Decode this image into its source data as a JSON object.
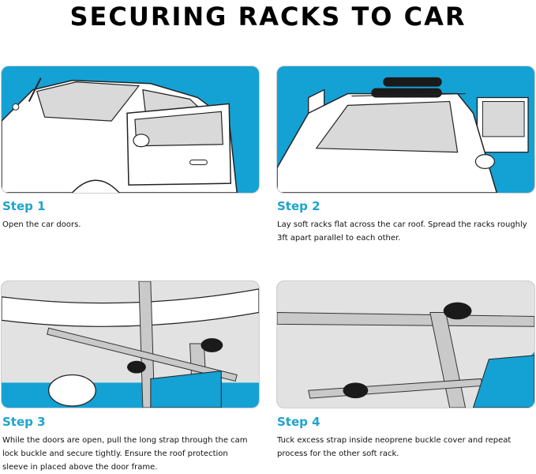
{
  "title": "SECURING RACKS TO CAR",
  "colors": {
    "accent": "#1ea3cf",
    "panel_bg": "#14a1d4",
    "car_fill": "#ffffff",
    "glass": "#d9d9d9",
    "strap": "#c9c9c9"
  },
  "steps": [
    {
      "heading": "Step 1",
      "text": "Open the car doors."
    },
    {
      "heading": "Step 2",
      "text": "Lay soft racks flat across the car roof. Spread the racks roughly 3ft apart parallel to each other."
    },
    {
      "heading": "Step 3",
      "text": "While the doors are open, pull the long strap through the cam lock buckle and secure tightly. Ensure the roof protection sleeve in placed above the door frame."
    },
    {
      "heading": "Step 4",
      "text": "Tuck excess strap inside neoprene buckle cover and repeat process for the other soft rack."
    }
  ]
}
